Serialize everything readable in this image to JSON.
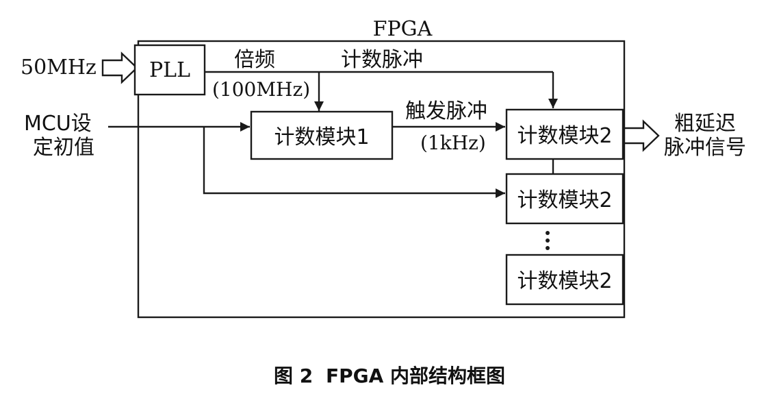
{
  "fpga": {
    "title": "FPGA"
  },
  "inputs": {
    "clock": "50MHz",
    "mcu_line1": "MCU设",
    "mcu_line2": "定初值"
  },
  "blocks": {
    "pll": "PLL",
    "counter1": "计数模块1",
    "counter2_a": "计数模块2",
    "counter2_b": "计数模块2",
    "counter2_c": "计数模块2"
  },
  "signals": {
    "multiply": "倍频",
    "multiply_freq": "(100MHz)",
    "count_pulse": "计数脉冲",
    "trigger_pulse": "触发脉冲",
    "trigger_freq": "(1kHz)"
  },
  "output": {
    "line1": "粗延迟",
    "line2": "脉冲信号"
  },
  "caption": {
    "figure_no": "图 2",
    "text": "FPGA 内部结构框图"
  },
  "colors": {
    "line": "#1a1a1a",
    "background": "#ffffff"
  }
}
